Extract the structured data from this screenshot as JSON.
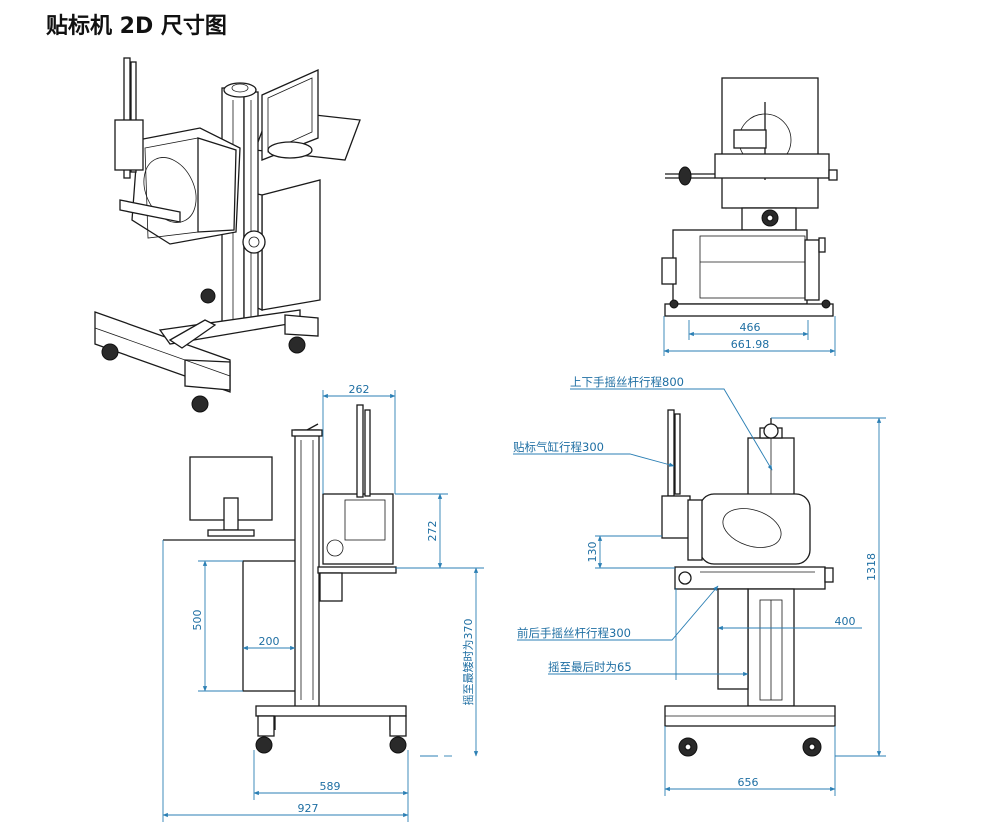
{
  "title": "贴标机 2D 尺寸图",
  "dimensions": {
    "d466": "466",
    "d661": "661.98",
    "d262": "262",
    "d272": "272",
    "d500": "500",
    "d200": "200",
    "d370": "摇至最矮时为370",
    "d589": "589",
    "d927": "927",
    "d130": "130",
    "d1318": "1318",
    "d400": "400",
    "d656": "656"
  },
  "annotations": {
    "vertical_stroke": "上下手摇丝杆行程800",
    "cylinder_stroke": "贴标气缸行程300",
    "front_back_stroke": "前后手摇丝杆行程300",
    "rear_most": "摇至最后时为65"
  },
  "colors": {
    "dimension": "#2b7fb4",
    "line": "#1a1a1a"
  }
}
